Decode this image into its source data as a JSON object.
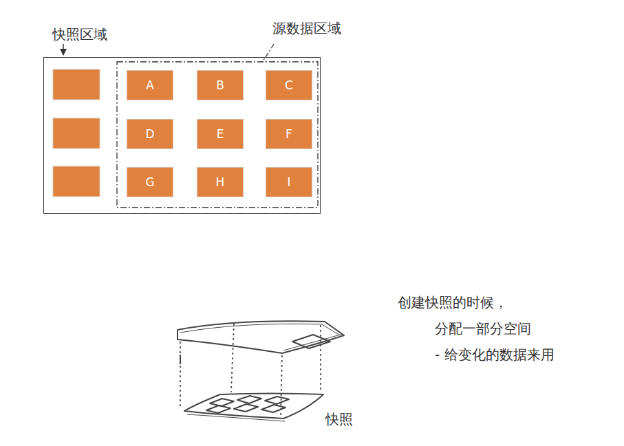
{
  "diagram": {
    "nodes": [
      {
        "text": [
          "快照区域"
        ]
      },
      {
        "text": [
          "源数据区域"
        ],
        "in": 0
      },
      {
        "text": [
          "A"
        ],
        "in": 1
      },
      {
        "text": [
          "B"
        ],
        "in": 1
      },
      {
        "text": [
          "C"
        ],
        "in": 1
      },
      {
        "text": [
          "D"
        ],
        "in": 1
      },
      {
        "text": [
          "E"
        ],
        "in": 1
      },
      {
        "text": [
          "F"
        ],
        "in": 1
      },
      {
        "text": [
          "G"
        ],
        "in": 1
      },
      {
        "text": [
          "H"
        ],
        "in": 1
      },
      {
        "text": [
          "I"
        ],
        "in": 1
      }
    ],
    "labels": [
      "创建快照的时候，",
      "分配一部分空间",
      "- 给变化的数据来用",
      "快照"
    ]
  }
}
